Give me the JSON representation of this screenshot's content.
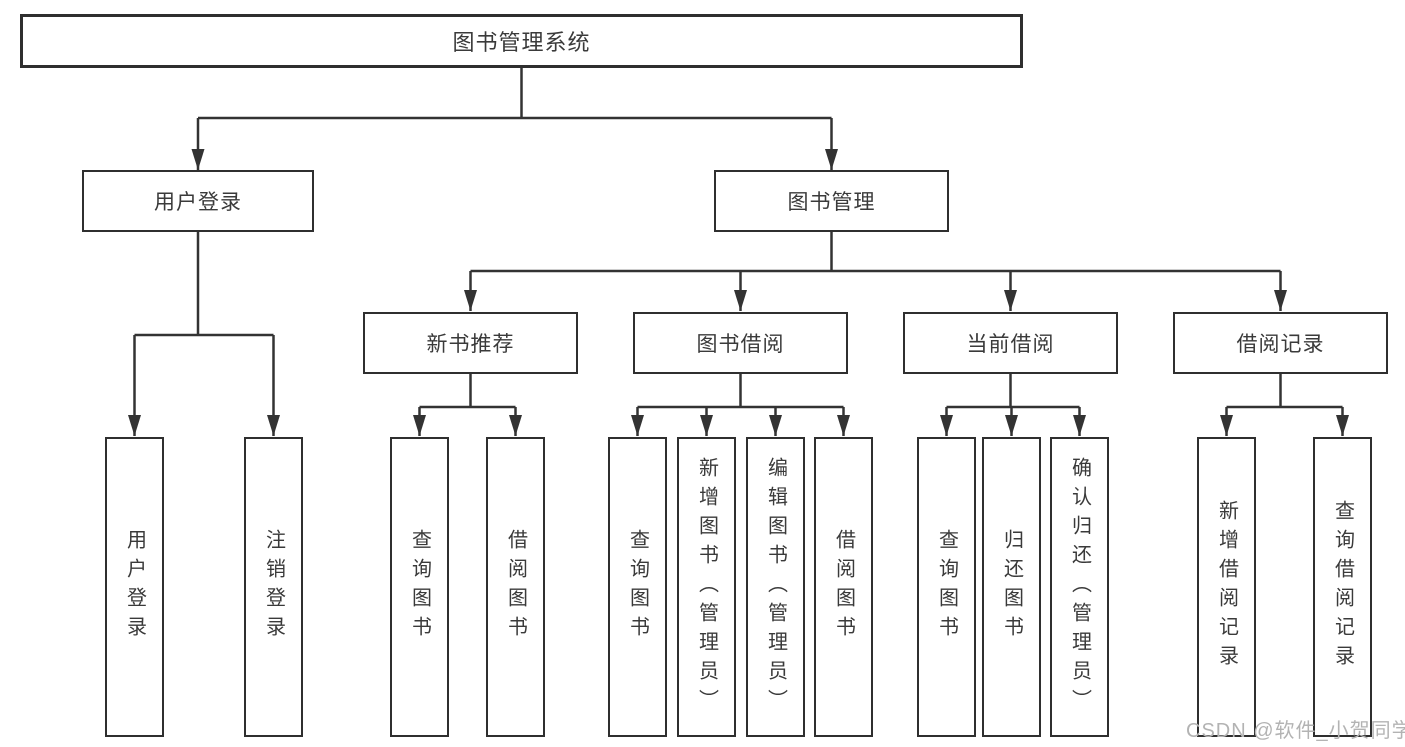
{
  "diagram_type": "hierarchy-tree",
  "colors": {
    "line": "#333333",
    "border": "#2f2f2f",
    "text": "#3a3a3a",
    "watermark": "#b3b3b3",
    "background": "#ffffff"
  },
  "nodes": {
    "root": {
      "label": "图书管理系统"
    },
    "level2": [
      {
        "label": "用户登录",
        "parent": "图书管理系统"
      },
      {
        "label": "图书管理",
        "parent": "图书管理系统"
      }
    ],
    "level3": [
      {
        "label": "新书推荐",
        "parent": "图书管理"
      },
      {
        "label": "图书借阅",
        "parent": "图书管理"
      },
      {
        "label": "当前借阅",
        "parent": "图书管理"
      },
      {
        "label": "借阅记录",
        "parent": "图书管理"
      }
    ],
    "level4": [
      {
        "label": "用户登录",
        "parent": "用户登录"
      },
      {
        "label": "注销登录",
        "parent": "用户登录"
      },
      {
        "label": "查询图书",
        "parent": "新书推荐"
      },
      {
        "label": "借阅图书",
        "parent": "新书推荐"
      },
      {
        "label": "查询图书",
        "parent": "图书借阅"
      },
      {
        "label": "新增图书（管理员）",
        "parent": "图书借阅"
      },
      {
        "label": "编辑图书（管理员）",
        "parent": "图书借阅"
      },
      {
        "label": "借阅图书",
        "parent": "图书借阅"
      },
      {
        "label": "查询图书",
        "parent": "当前借阅"
      },
      {
        "label": "归还图书",
        "parent": "当前借阅"
      },
      {
        "label": "确认归还（管理员）",
        "parent": "当前借阅"
      },
      {
        "label": "新增借阅记录",
        "parent": "借阅记录"
      },
      {
        "label": "查询借阅记录",
        "parent": "借阅记录"
      }
    ]
  },
  "watermark": {
    "text": "CSDN @软件_小贺同学"
  }
}
